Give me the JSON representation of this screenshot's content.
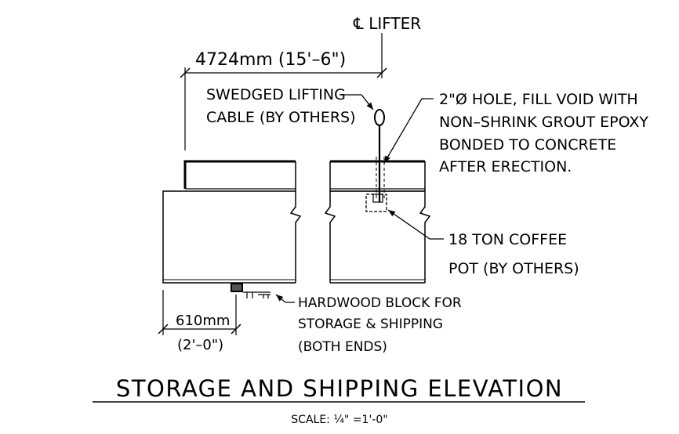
{
  "drawing": {
    "title": "STORAGE AND SHIPPING ELEVATION",
    "scale": "SCALE: ¼\" =1'-0\"",
    "lifter_label": "℄ LIFTER",
    "span_dimension": "4724mm (15'–6\")",
    "cable_note": [
      "SWEDGED LIFTING",
      "CABLE (BY OTHERS)"
    ],
    "hole_note": [
      "2\"Ø HOLE, FILL VOID WITH",
      "NON–SHRINK GROUT EPOXY",
      "BONDED TO CONCRETE",
      "AFTER ERECTION."
    ],
    "coffee_pot_note": [
      "18 TON COFFEE",
      "POT (BY OTHERS)"
    ],
    "block_note": [
      "HARDWOOD BLOCK FOR",
      "STORAGE & SHIPPING",
      "(BOTH ENDS)"
    ],
    "end_dimension": [
      "610mm",
      "(2'–0\")"
    ]
  }
}
